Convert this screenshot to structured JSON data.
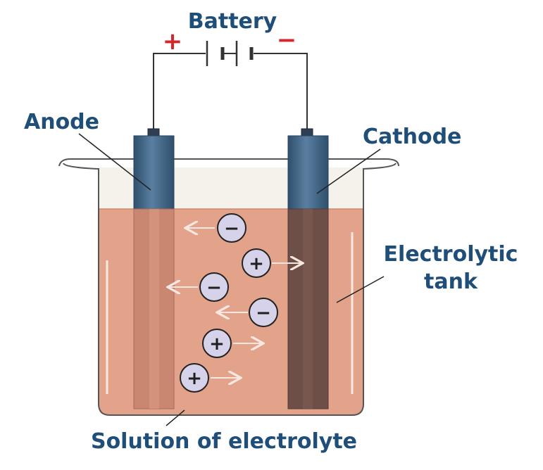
{
  "labels": {
    "battery": "Battery",
    "plus": "+",
    "minus": "−",
    "anode": "Anode",
    "cathode": "Cathode",
    "tank_line1": "Electrolytic",
    "tank_line2": "tank",
    "solution": "Solution of electrolyte"
  },
  "ions": [
    {
      "charge": "−",
      "kind": "anion"
    },
    {
      "charge": "+",
      "kind": "cation"
    },
    {
      "charge": "−",
      "kind": "anion"
    },
    {
      "charge": "−",
      "kind": "anion"
    },
    {
      "charge": "+",
      "kind": "cation"
    },
    {
      "charge": "+",
      "kind": "cation"
    }
  ],
  "colors": {
    "label_blue": "#1f4e79",
    "polarity_red": "#d6262b",
    "electrolyte": "#e3a38b",
    "electrode_blue": "#4a6e8f",
    "anode_body": "#c98772",
    "cathode_body": "#6e4f47",
    "ion_fill": "#d6d2ea",
    "wire": "#333333"
  }
}
